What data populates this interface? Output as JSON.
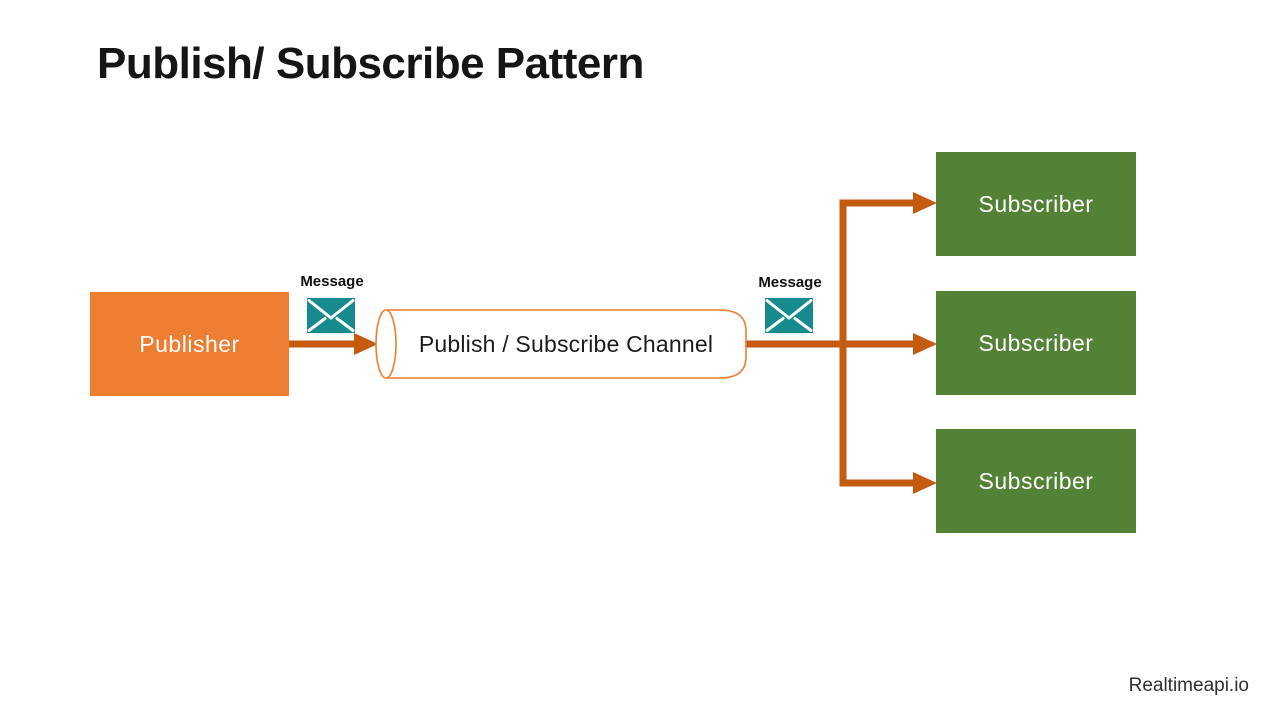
{
  "title": "Publish/ Subscribe Pattern",
  "footer": "Realtimeapi.io",
  "nodes": {
    "publisher": {
      "label": "Publisher"
    },
    "channel": {
      "label": "Publish / Subscribe Channel"
    },
    "subscribers": [
      {
        "label": "Subscriber"
      },
      {
        "label": "Subscriber"
      },
      {
        "label": "Subscriber"
      }
    ]
  },
  "annotations": {
    "message_left": "Message",
    "message_right": "Message"
  },
  "icons": {
    "envelope": "envelope-icon"
  },
  "colors": {
    "publisher-fill": "#ED7D31",
    "subscriber-fill": "#538135",
    "arrow": "#C55A11",
    "channel-outline": "#ED7D31",
    "envelope": "#178A8D",
    "title-text": "#151515",
    "box-text": "#FFFFFF"
  }
}
